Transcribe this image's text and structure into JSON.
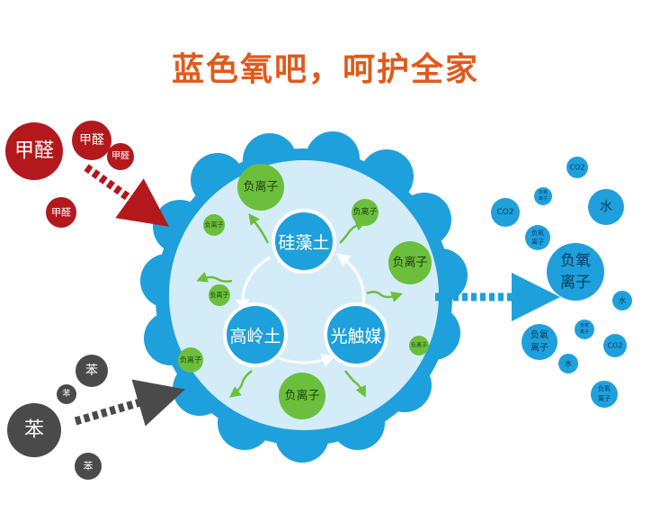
{
  "title": "蓝色氧吧，呵护全家",
  "pollutant_formaldehyde": "甲醛",
  "pollutant_benzene": "苯",
  "core_diatomite": "硅藻土",
  "core_kaolin": "高岭土",
  "core_photocatalyst": "光触媒",
  "negative_ion": "负离子",
  "negative_oxygen_line1": "负氧",
  "negative_oxygen_line2": "离子",
  "co2": "CO2",
  "water": "水",
  "colors": {
    "title": "#e05a1c",
    "formaldehyde": "#b3181c",
    "benzene": "#4a4a4a",
    "blue": "#1ea0dc",
    "green": "#6cbf3c",
    "pale": "#d3ecf8"
  }
}
